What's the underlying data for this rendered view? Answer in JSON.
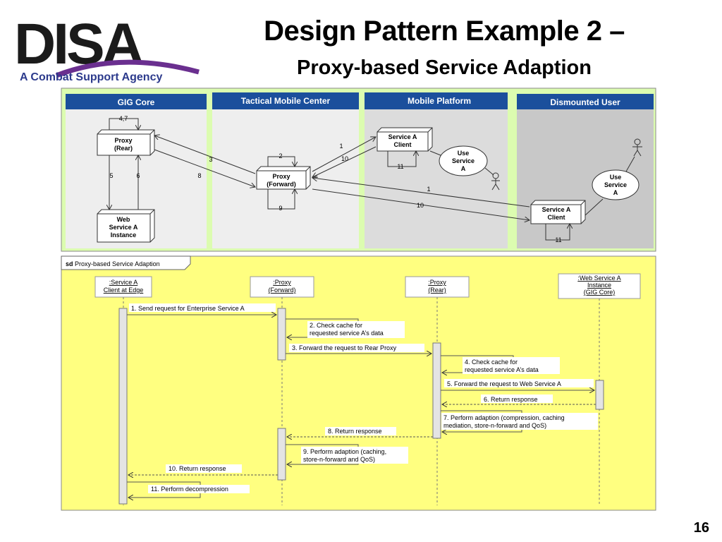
{
  "header": {
    "logo_text": "DISA",
    "tagline": "A Combat Support Agency",
    "title_line1": "Design Pattern Example 2 –",
    "title_line2": "Proxy-based Service Adaption"
  },
  "deployment": {
    "lanes": [
      "GIG Core",
      "Tactical Mobile Center",
      "Mobile Platform",
      "Dismounted  User"
    ],
    "nodes": {
      "proxy_rear": [
        "Proxy",
        "(Rear)"
      ],
      "web_service": [
        "Web",
        "Service A",
        "Instance"
      ],
      "proxy_forward": [
        "Proxy",
        "(Forward)"
      ],
      "client_mobile": [
        "Service A",
        "Client"
      ],
      "use_mobile": [
        "Use",
        "Service",
        "A"
      ],
      "use_dismounted": [
        "Use",
        "Service",
        "A"
      ],
      "client_dismounted": [
        "Service A",
        "Client"
      ]
    },
    "labels": {
      "l_4_7": "4,7",
      "l_5": "5",
      "l_6": "6",
      "l_3": "3",
      "l_8": "8",
      "l_2": "2",
      "l_9": "9",
      "l_1a": "1",
      "l_10a": "10",
      "l_11a": "11",
      "l_1b": "1",
      "l_10b": "10",
      "l_11b": "11"
    }
  },
  "sequence": {
    "frame_keyword": "sd",
    "frame_title": "Proxy-based Service Adaption",
    "lifelines": [
      [
        ":Service A",
        "Client at Edge"
      ],
      [
        ":Proxy",
        "(Forward)"
      ],
      [
        ":Proxy",
        "(Rear)"
      ],
      [
        ":Web Service A",
        "Instance",
        "(GIG Core)"
      ]
    ],
    "messages": {
      "m1": "1. Send request for Enterprise Service A",
      "m2a": "2. Check cache for",
      "m2b": "requested service A’s data",
      "m3": "3. Forward the request to Rear Proxy",
      "m4a": "4. Check cache for",
      "m4b": "requested service A’s data",
      "m5": "5. Forward the request to Web Service A",
      "m6": "6. Return response",
      "m7a": "7. Perform adaption (compression, caching",
      "m7b": "mediation, store-n-forward and QoS)",
      "m8": "8. Return response",
      "m9a": "9. Perform adaption (caching,",
      "m9b": "store-n-forward and QoS)",
      "m10": "10. Return response",
      "m11": "11. Perform decompression"
    }
  },
  "footer": {
    "page_number": "16"
  },
  "colors": {
    "lane_header": "#1b4f9c",
    "frame_green": "#dcfcb0",
    "seq_yellow": "#ffff80",
    "brand_blue": "#2c3a8c",
    "brand_purple": "#6a2f8f"
  }
}
